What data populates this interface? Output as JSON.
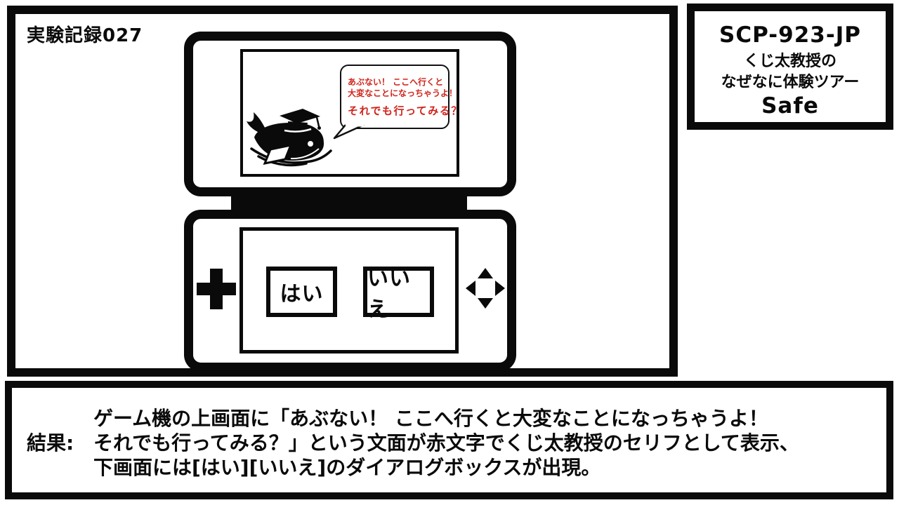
{
  "experiment": {
    "label": "実験記録027"
  },
  "info_box": {
    "id": "SCP-923-JP",
    "title_line1": "くじ太教授の",
    "title_line2": "なぜなに体験ツアー",
    "object_class": "Safe"
  },
  "console": {
    "top_screen": {
      "character": "professor-whale",
      "speech_bubble": {
        "line1": "あぶない！ ここへ行くと",
        "line2": "大変なことになっちゃうよ！",
        "line3": "それでも行ってみる？",
        "text_color": "#d0241c"
      }
    },
    "bottom_screen": {
      "yes_button": "はい",
      "no_button": "いいえ"
    },
    "controls": {
      "left": "dpad-plus",
      "right": "four-way-arrows"
    }
  },
  "result_box": {
    "label": "結果:",
    "line1": "ゲーム機の上画面に「あぶない！ ここへ行くと大変なことになっちゃうよ！",
    "line2": "それでも行ってみる？」という文面が赤文字でくじ太教授のセリフとして表示、",
    "line3": "下画面には[はい][いいえ]のダイアログボックスが出現。"
  },
  "colors": {
    "ink": "#0a0a0a",
    "warning_red": "#d0241c",
    "background": "#ffffff"
  }
}
